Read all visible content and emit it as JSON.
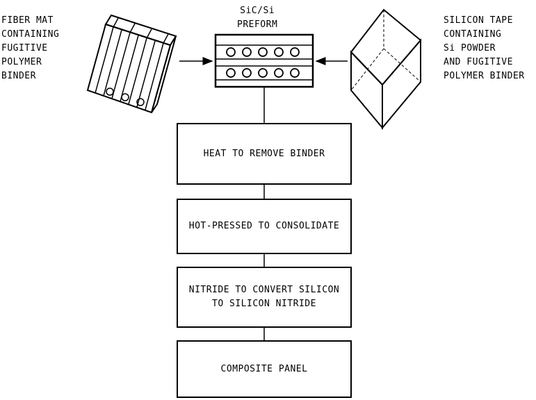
{
  "inputs": {
    "fiber_mat": [
      "FIBER MAT",
      "CONTAINING",
      "FUGITIVE",
      "POLYMER",
      "BINDER"
    ],
    "preform": [
      "SiC/Si",
      "PREFORM"
    ],
    "silicon_tape": [
      "SILICON TAPE",
      "CONTAINING",
      "Si POWDER",
      "AND FUGITIVE",
      "POLYMER BINDER"
    ]
  },
  "steps": [
    {
      "lines": [
        "HEAT TO REMOVE BINDER"
      ]
    },
    {
      "lines": [
        "HOT-PRESSED TO CONSOLIDATE"
      ]
    },
    {
      "lines": [
        "NITRIDE TO CONVERT SILICON",
        "TO SILICON NITRIDE"
      ]
    },
    {
      "lines": [
        "COMPOSITE PANEL"
      ]
    }
  ]
}
